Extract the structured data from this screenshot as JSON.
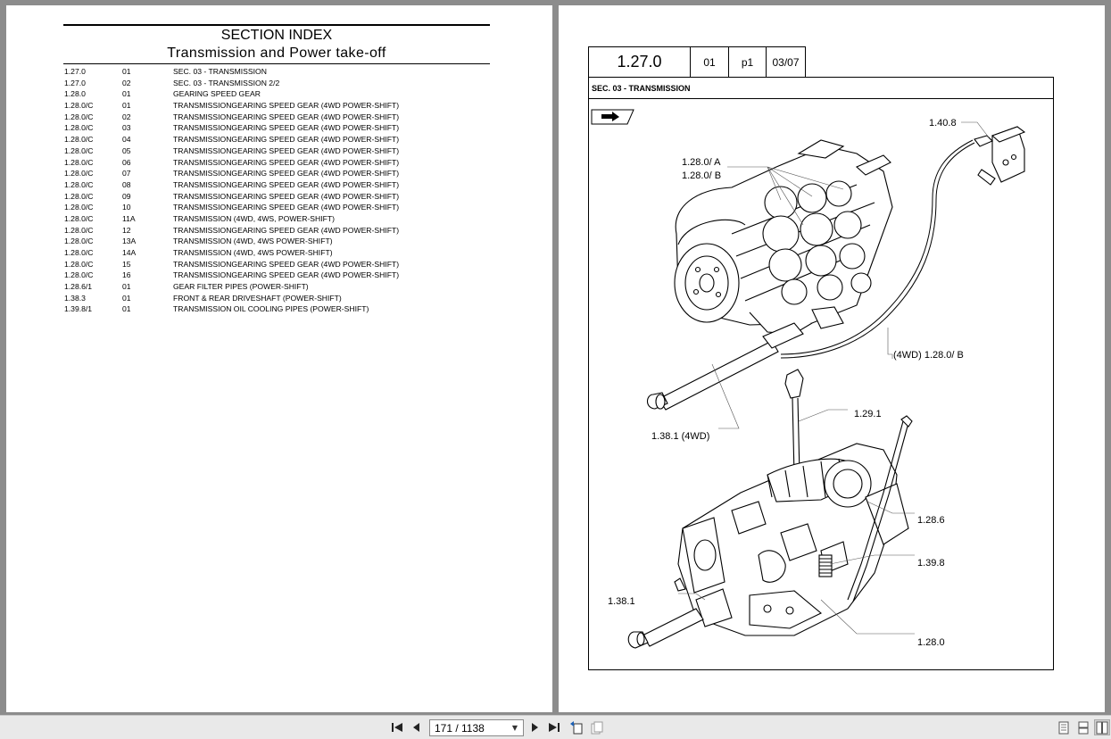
{
  "index": {
    "title": "SECTION INDEX",
    "subtitle": "Transmission and Power take-off",
    "rows": [
      {
        "ref": "1.27.0",
        "ver": "01",
        "desc": "SEC. 03 - TRANSMISSION"
      },
      {
        "ref": "1.27.0",
        "ver": "02",
        "desc": "SEC. 03 - TRANSMISSION  2/2"
      },
      {
        "ref": "1.28.0",
        "ver": "01",
        "desc": "GEARING SPEED GEAR"
      },
      {
        "ref": "1.28.0/C",
        "ver": "01",
        "desc": "TRANSMISSIONGEARING SPEED GEAR (4WD POWER-SHIFT)"
      },
      {
        "ref": "1.28.0/C",
        "ver": "02",
        "desc": "TRANSMISSIONGEARING SPEED GEAR (4WD POWER-SHIFT)"
      },
      {
        "ref": "1.28.0/C",
        "ver": "03",
        "desc": "TRANSMISSIONGEARING SPEED GEAR (4WD POWER-SHIFT)"
      },
      {
        "ref": "1.28.0/C",
        "ver": "04",
        "desc": "TRANSMISSIONGEARING SPEED GEAR (4WD POWER-SHIFT)"
      },
      {
        "ref": "1.28.0/C",
        "ver": "05",
        "desc": "TRANSMISSIONGEARING SPEED GEAR (4WD POWER-SHIFT)"
      },
      {
        "ref": "1.28.0/C",
        "ver": "06",
        "desc": "TRANSMISSIONGEARING SPEED GEAR (4WD POWER-SHIFT)"
      },
      {
        "ref": "1.28.0/C",
        "ver": "07",
        "desc": "TRANSMISSIONGEARING SPEED GEAR (4WD POWER-SHIFT)"
      },
      {
        "ref": "1.28.0/C",
        "ver": "08",
        "desc": "TRANSMISSIONGEARING SPEED GEAR (4WD POWER-SHIFT)"
      },
      {
        "ref": "1.28.0/C",
        "ver": "09",
        "desc": "TRANSMISSIONGEARING SPEED GEAR (4WD POWER-SHIFT)"
      },
      {
        "ref": "1.28.0/C",
        "ver": "10",
        "desc": "TRANSMISSIONGEARING SPEED GEAR (4WD POWER-SHIFT)"
      },
      {
        "ref": "1.28.0/C",
        "ver": "11A",
        "desc": "TRANSMISSION (4WD, 4WS, POWER-SHIFT)"
      },
      {
        "ref": "1.28.0/C",
        "ver": "12",
        "desc": "TRANSMISSIONGEARING SPEED GEAR (4WD POWER-SHIFT)"
      },
      {
        "ref": "1.28.0/C",
        "ver": "13A",
        "desc": "TRANSMISSION (4WD, 4WS POWER-SHIFT)"
      },
      {
        "ref": "1.28.0/C",
        "ver": "14A",
        "desc": "TRANSMISSION (4WD, 4WS POWER-SHIFT)"
      },
      {
        "ref": "1.28.0/C",
        "ver": "15",
        "desc": "TRANSMISSIONGEARING SPEED GEAR (4WD POWER-SHIFT)"
      },
      {
        "ref": "1.28.0/C",
        "ver": "16",
        "desc": "TRANSMISSIONGEARING SPEED GEAR (4WD POWER-SHIFT)"
      },
      {
        "ref": "1.28.6/1",
        "ver": "01",
        "desc": "GEAR FILTER PIPES (POWER-SHIFT)"
      },
      {
        "ref": "1.38.3",
        "ver": "01",
        "desc": "FRONT & REAR DRIVESHAFT (POWER-SHIFT)"
      },
      {
        "ref": "1.39.8/1",
        "ver": "01",
        "desc": "TRANSMISSION OIL COOLING PIPES (POWER-SHIFT)"
      }
    ]
  },
  "drawing_page": {
    "ref": "1.27.0",
    "version": "01",
    "page": "p1",
    "date": "03/07",
    "section": "SEC. 03 - TRANSMISSION",
    "callouts": {
      "c1": "1.40.8",
      "c2": "1.28.0/  A",
      "c3": "1.28.0/  B",
      "c4": "(4WD)  1.28.0/  B",
      "c5": "1.29.1",
      "c6": "1.38.1  (4WD)",
      "c7": "1.28.6",
      "c8": "1.39.8",
      "c9": "1.38.1",
      "c10": "1.28.0"
    }
  },
  "toolbar": {
    "page_indicator": "171 / 1138",
    "icons": {
      "first": "first-page-icon",
      "prev": "previous-page-icon",
      "next": "next-page-icon",
      "last": "last-page-icon",
      "back": "back-view-icon",
      "forward": "forward-view-icon",
      "single": "single-page-view-icon",
      "continuous": "continuous-view-icon",
      "facing": "facing-pages-view-icon"
    }
  }
}
